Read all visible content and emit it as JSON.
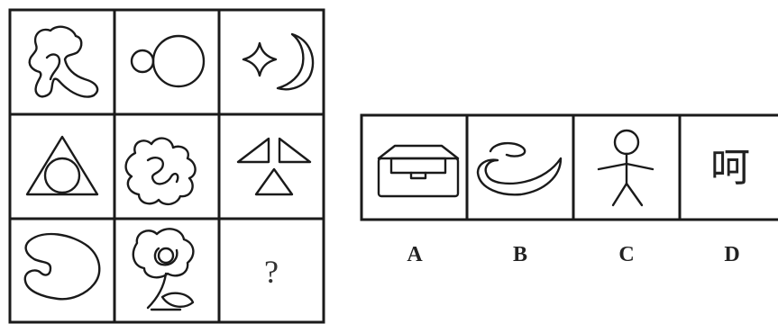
{
  "puzzle": {
    "question_mark": "?"
  },
  "options": [
    {
      "label": "A",
      "icon": "box-icon"
    },
    {
      "label": "B",
      "icon": "swirl-wave-icon"
    },
    {
      "label": "C",
      "icon": "stick-figure-icon"
    },
    {
      "label": "D",
      "icon": "chinese-character",
      "character": "呵"
    }
  ]
}
